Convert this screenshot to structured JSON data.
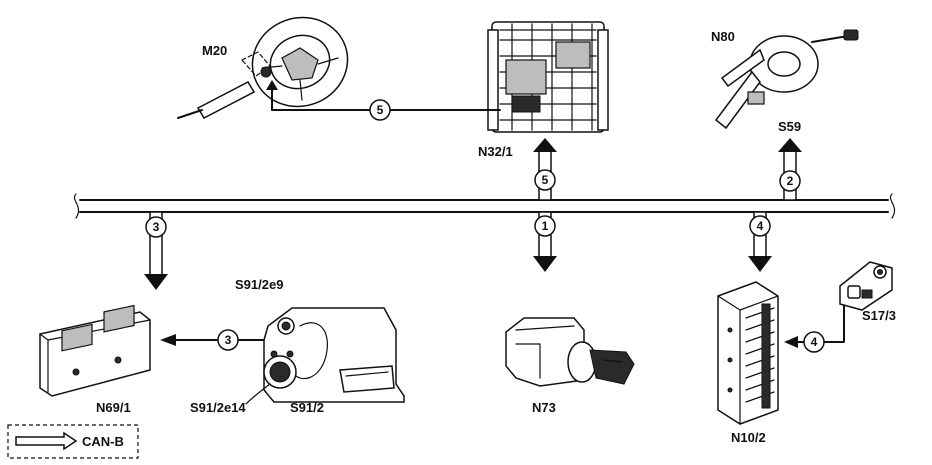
{
  "components": {
    "m20": "M20",
    "n32_1": "N32/1",
    "n80": "N80",
    "s59": "S59",
    "n69_1": "N69/1",
    "s91_2e9": "S91/2e9",
    "s91_2e14": "S91/2e14",
    "s91_2": "S91/2",
    "n73": "N73",
    "n10_2": "N10/2",
    "s17_3": "S17/3"
  },
  "signals": {
    "s5_top": "5",
    "s5_mid": "5",
    "s2": "2",
    "s3_down": "3",
    "s3_left": "3",
    "s1": "1",
    "s4_down": "4",
    "s4_left": "4"
  },
  "legend": {
    "label": "CAN-B"
  },
  "colors": {
    "ink": "#111111",
    "background": "#ffffff"
  }
}
